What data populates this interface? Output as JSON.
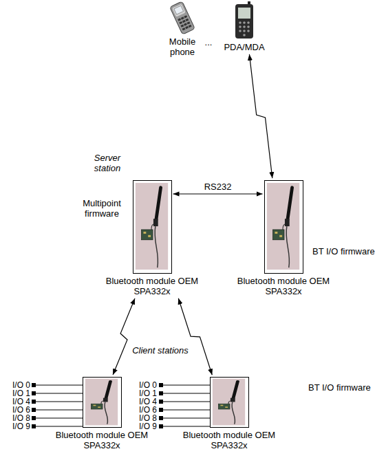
{
  "diagram": {
    "nodes": [
      {
        "text": [
          "Mobile phone"
        ]
      },
      {
        "text": [
          "PDA/MDA"
        ]
      },
      {
        "text": [
          "Bluetooth module OEM SPA332x"
        ]
      },
      {
        "text": [
          "Bluetooth module OEM SPA332x"
        ]
      },
      {
        "text": [
          "Bluetooth module OEM SPA332x"
        ]
      },
      {
        "text": [
          "Bluetooth module OEM SPA332x"
        ]
      }
    ],
    "edges": [
      {
        "from": 1,
        "to": 3,
        "arrow": "both"
      },
      {
        "from": 2,
        "to": 3,
        "label": "RS232",
        "arrow": "both"
      },
      {
        "from": 2,
        "to": 4,
        "arrow": "both"
      },
      {
        "from": 2,
        "to": 5,
        "arrow": "both"
      }
    ],
    "labels": [
      "...",
      "Server station",
      "Multipoint firmware",
      "BT I/O firmware",
      "Client stations",
      "I/O 0",
      "I/O 1",
      "I/O 4",
      "I/O 6",
      "I/O 8",
      "I/O 9",
      "BT I/O firmware",
      "I/O 0",
      "I/O 1",
      "I/O 4",
      "I/O 6",
      "I/O 8",
      "I/O 9"
    ]
  }
}
